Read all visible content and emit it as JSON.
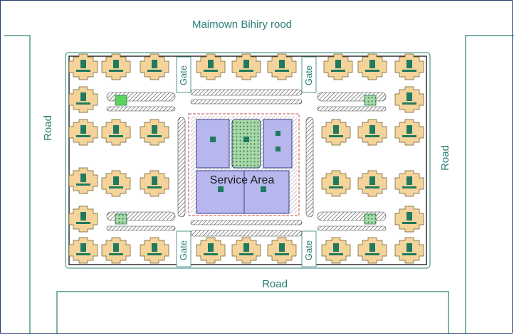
{
  "labels": {
    "top_road": "Maimown Bihiry rood",
    "left_road": "Road",
    "right_road": "Road",
    "bottom_road": "Road",
    "gate": "Gate",
    "service_area": "Service Area"
  },
  "colors": {
    "building_fill": "#f4d49a",
    "building_stroke": "#6b5a2a",
    "building_core": "#1f7a5e",
    "service_fill": "#b7b7ee",
    "service_stroke": "#3a3a8a",
    "green_fill": "#a8d8a8",
    "road_text": "#2a7f74",
    "outline": "#2a7f74"
  }
}
